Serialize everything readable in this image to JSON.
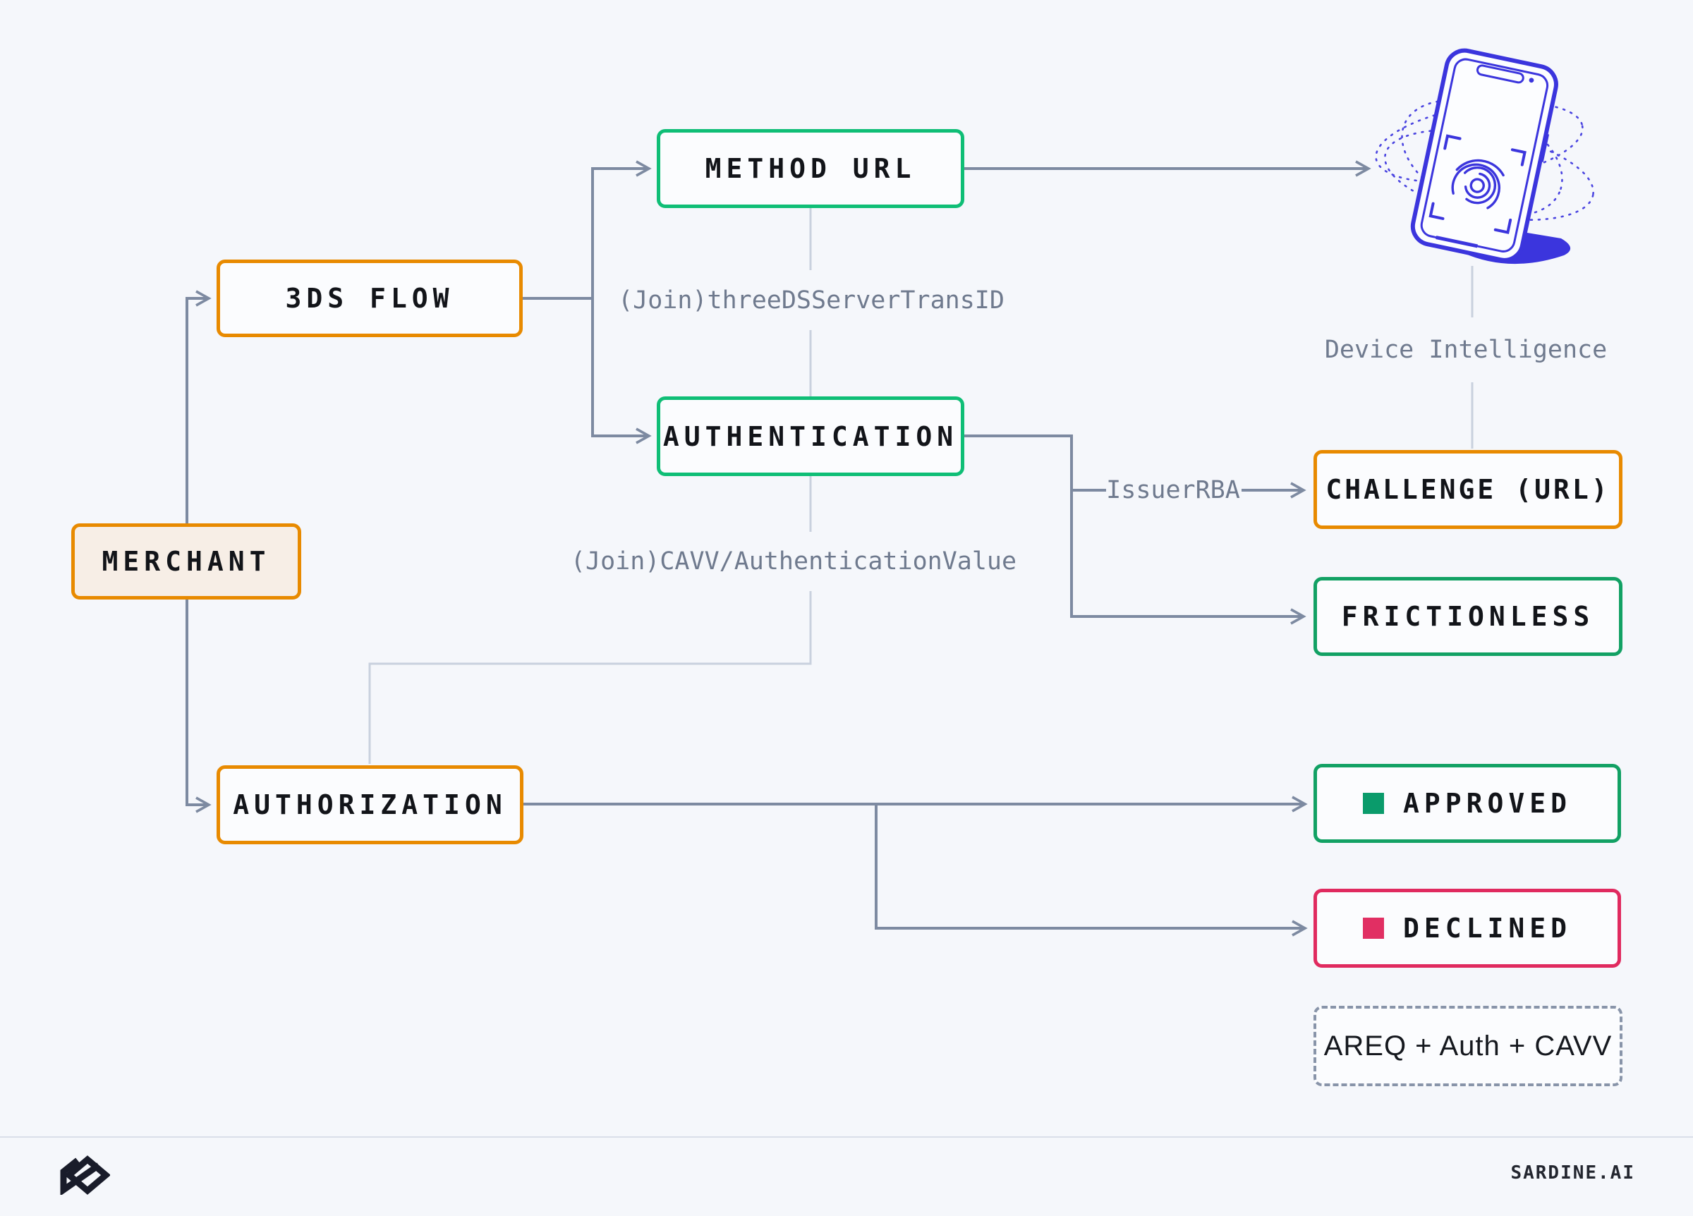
{
  "diagram": {
    "nodes": {
      "merchant": {
        "label": "MERCHANT"
      },
      "three_ds_flow": {
        "label": "3DS FLOW"
      },
      "method_url": {
        "label": "METHOD URL"
      },
      "authentication": {
        "label": "AUTHENTICATION"
      },
      "challenge": {
        "label": "CHALLENGE (URL)"
      },
      "frictionless": {
        "label": "FRICTIONLESS"
      },
      "authorization": {
        "label": "AUTHORIZATION"
      },
      "approved": {
        "label": "APPROVED"
      },
      "declined": {
        "label": "DECLINED"
      },
      "areq_note": {
        "label": "AREQ + Auth + CAVV"
      }
    },
    "edge_labels": {
      "join_trans_id": "(Join)threeDSServerTransID",
      "join_cavv": "(Join)CAVV/AuthenticationValue",
      "issuer_rba": "IssuerRBA",
      "device_intelligence": "Device Intelligence"
    },
    "icons": {
      "approved_status": "green-square-icon",
      "declined_status": "pink-square-icon",
      "device": "phone-fingerprint-icon"
    },
    "colors": {
      "background": "#F5F7FB",
      "orange_border": "#E88A00",
      "merchant_fill": "#F7EEE6",
      "green_bright_border": "#0FBE76",
      "green_deep_border": "#12A164",
      "approved_square": "#0A9B6B",
      "crimson_border": "#E02A5F",
      "declined_square": "#E12F63",
      "connector_dark": "#7D8AA1",
      "connector_light": "#C9D1DE",
      "label_gray": "#6F7A8E",
      "phone_blue": "#3B35DD",
      "text_dark": "#121419"
    }
  },
  "footer": {
    "brand": "SARDINE.AI"
  }
}
